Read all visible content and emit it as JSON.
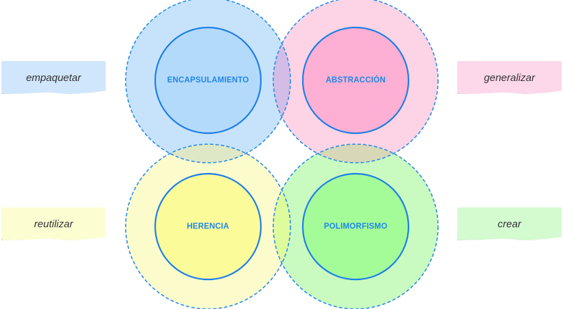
{
  "concepts": [
    {
      "label": "ENCAPSULAMIENTO",
      "outer_fill": "#c7e3fb",
      "inner_fill": "#b4dafb",
      "tag": "empaquetar",
      "tag_fill": "#cfe6fd"
    },
    {
      "label": "ABSTRACCIÓN",
      "outer_fill": "#fdd4e6",
      "inner_fill": "#fdb0d3",
      "tag": "generalizar",
      "tag_fill": "#fdd7ea"
    },
    {
      "label": "HERENCIA",
      "outer_fill": "#fbfbcc",
      "inner_fill": "#fbfb9a",
      "tag": "reutilizar",
      "tag_fill": "#fdfdd2"
    },
    {
      "label": "POLIMORFISMO",
      "outer_fill": "#c9fbc0",
      "inner_fill": "#a4fc99",
      "tag": "crear",
      "tag_fill": "#d4fad0"
    }
  ],
  "colors": {
    "dashed_border": "#2a8be8",
    "inner_border": "#1f7fe6",
    "label_text": "#1f86e8",
    "overlap_blue_pink": "#d3bde6",
    "overlap_blue_yellow": "#dfe8c6",
    "overlap_pink_green": "#d8d8b8",
    "overlap_yellow_green": "#dffc9c"
  }
}
